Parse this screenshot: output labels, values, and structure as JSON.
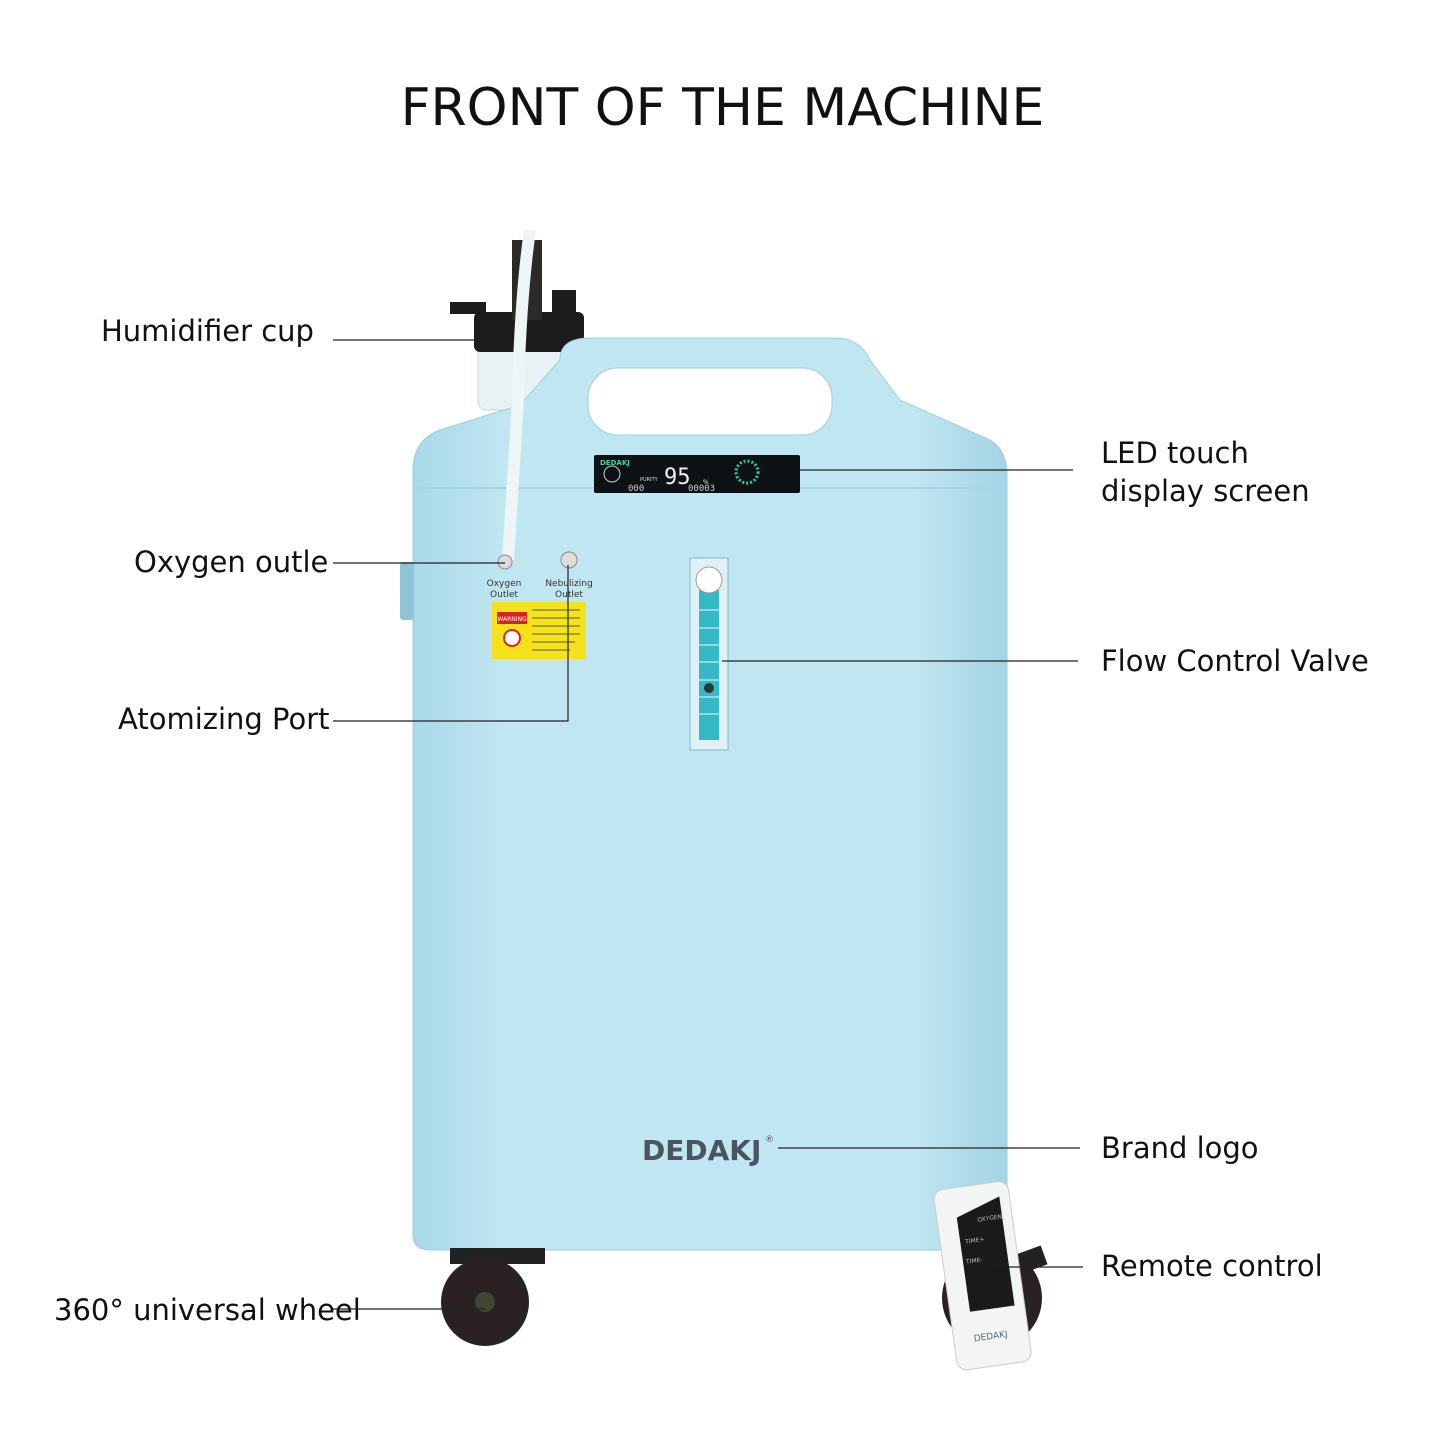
{
  "title": "FRONT OF THE MACHINE",
  "callouts": {
    "humidifier": "Humidifier cup",
    "led_line1": "LED touch",
    "led_line2": "display screen",
    "oxygen_outlet": "Oxygen outle",
    "flow_valve": "Flow Control Valve",
    "atomizing": "Atomizing Port",
    "brand_logo": "Brand logo",
    "remote": "Remote control",
    "wheel": "360° universal wheel"
  },
  "machine": {
    "brand": "DEDAKJ",
    "registered": "®",
    "display": {
      "purity_label": "PURITY",
      "purity_value": "95",
      "unit": "%",
      "timer_left": "000",
      "timer_right": "00003"
    },
    "outlet_labels": [
      "Oxygen",
      "Outlet",
      "Nebulizing",
      "Outlet"
    ],
    "warning": "WARNING",
    "remote_buttons": [
      "OXYGEN",
      "TIME+",
      "TIME-"
    ],
    "body_color": "#b9e3ef"
  }
}
